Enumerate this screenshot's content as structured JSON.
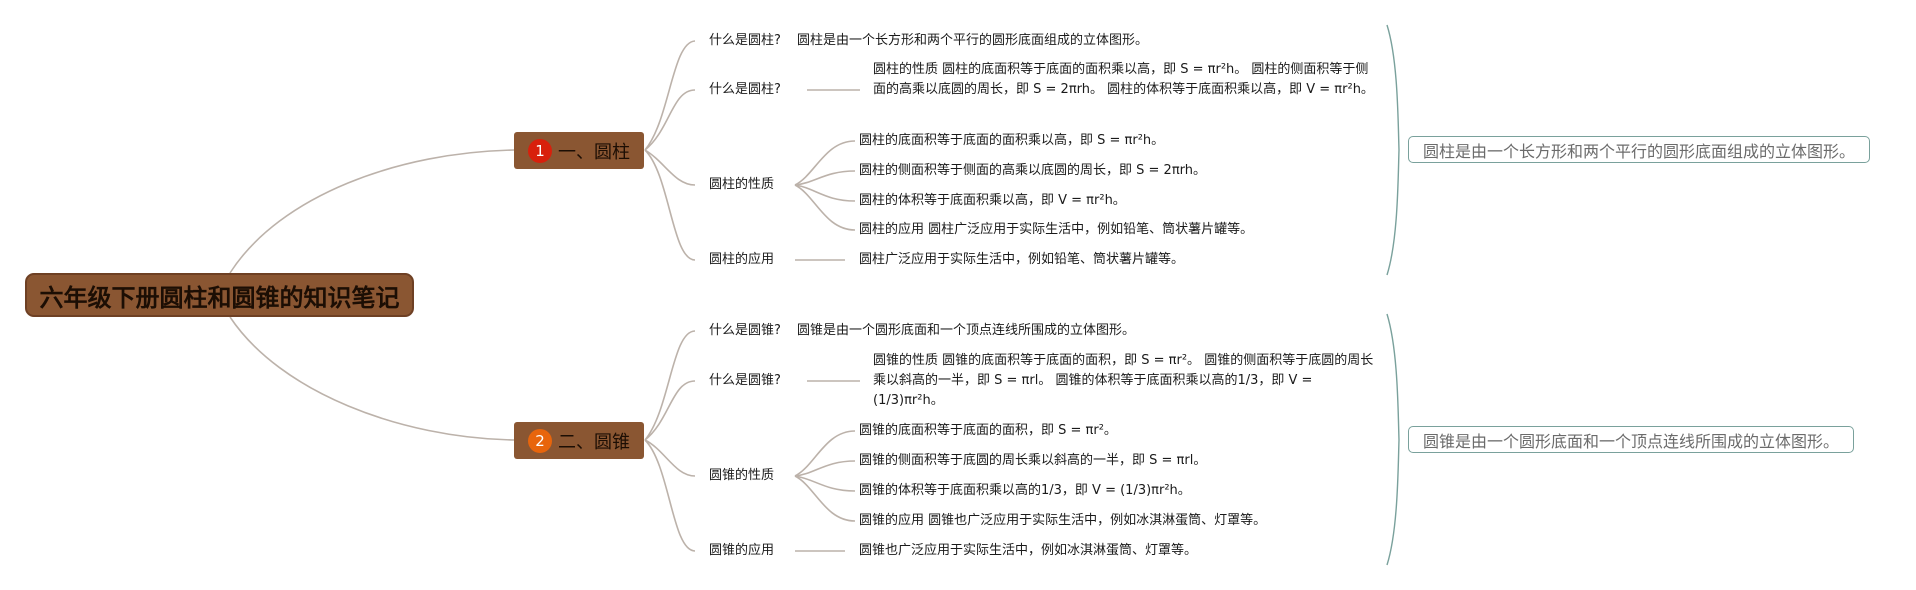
{
  "root": {
    "title": "六年级下册圆柱和圆锥的知识笔记"
  },
  "branches": [
    {
      "badge": "1",
      "title": "一、圆柱",
      "children": [
        {
          "label": "什么是圆柱?",
          "detail": "圆柱是由一个长方形和两个平行的圆形底面组成的立体图形。"
        },
        {
          "label": "什么是圆柱?",
          "detail": "圆柱的性质 圆柱的底面积等于底面的面积乘以高，即 S = πr²h。 圆柱的侧面积等于侧面的高乘以底圆的周长，即 S = 2πrh。 圆柱的体积等于底面积乘以高，即 V = πr²h。"
        },
        {
          "label": "圆柱的性质",
          "items": [
            "圆柱的底面积等于底面的面积乘以高，即 S = πr²h。",
            "圆柱的侧面积等于侧面的高乘以底圆的周长，即 S = 2πrh。",
            "圆柱的体积等于底面积乘以高，即 V = πr²h。",
            "圆柱的应用 圆柱广泛应用于实际生活中，例如铅笔、筒状薯片罐等。"
          ]
        },
        {
          "label": "圆柱的应用",
          "detail": "圆柱广泛应用于实际生活中，例如铅笔、筒状薯片罐等。"
        }
      ],
      "summary": "圆柱是由一个长方形和两个平行的圆形底面组成的立体图形。"
    },
    {
      "badge": "2",
      "title": "二、圆锥",
      "children": [
        {
          "label": "什么是圆锥?",
          "detail": "圆锥是由一个圆形底面和一个顶点连线所围成的立体图形。"
        },
        {
          "label": "什么是圆锥?",
          "detail": "圆锥的性质 圆锥的底面积等于底面的面积，即 S = πr²。 圆锥的侧面积等于底圆的周长乘以斜高的一半，即 S = πrl。 圆锥的体积等于底面积乘以高的1/3，即 V = (1/3)πr²h。"
        },
        {
          "label": "圆锥的性质",
          "items": [
            "圆锥的底面积等于底面的面积，即 S = πr²。",
            "圆锥的侧面积等于底圆的周长乘以斜高的一半，即 S = πrl。",
            "圆锥的体积等于底面积乘以高的1/3，即 V = (1/3)πr²h。",
            "圆锥的应用 圆锥也广泛应用于实际生活中，例如冰淇淋蛋筒、灯罩等。"
          ]
        },
        {
          "label": "圆锥的应用",
          "detail": "圆锥也广泛应用于实际生活中，例如冰淇淋蛋筒、灯罩等。"
        }
      ],
      "summary": "圆锥是由一个圆形底面和一个顶点连线所围成的立体图形。"
    }
  ],
  "colors": {
    "node_fill": "#8a5632",
    "badge1": "#d8200c",
    "badge2": "#e8650c",
    "line": "#bcb2aa",
    "bracket": "#7aa19c",
    "summary_border": "#7aa19c"
  }
}
